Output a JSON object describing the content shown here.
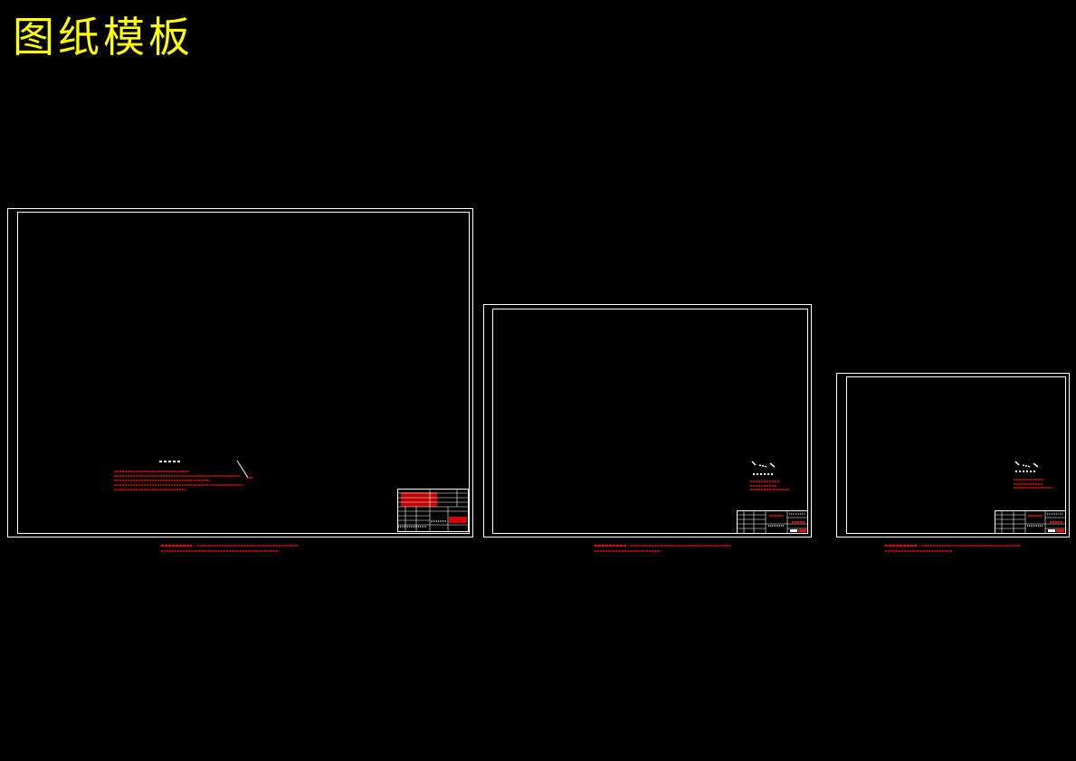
{
  "page": {
    "title": "图纸模板"
  },
  "colors": {
    "background": "#000000",
    "title": "#ffff00",
    "frame": "#ffffff",
    "notes": "#ff0000"
  },
  "sheets": [
    {
      "id": "A0",
      "has_arrow_label": false,
      "has_leader_line": true
    },
    {
      "id": "A1",
      "has_arrow_label": true,
      "has_leader_line": false
    },
    {
      "id": "A2",
      "has_arrow_label": true,
      "has_leader_line": false
    }
  ]
}
